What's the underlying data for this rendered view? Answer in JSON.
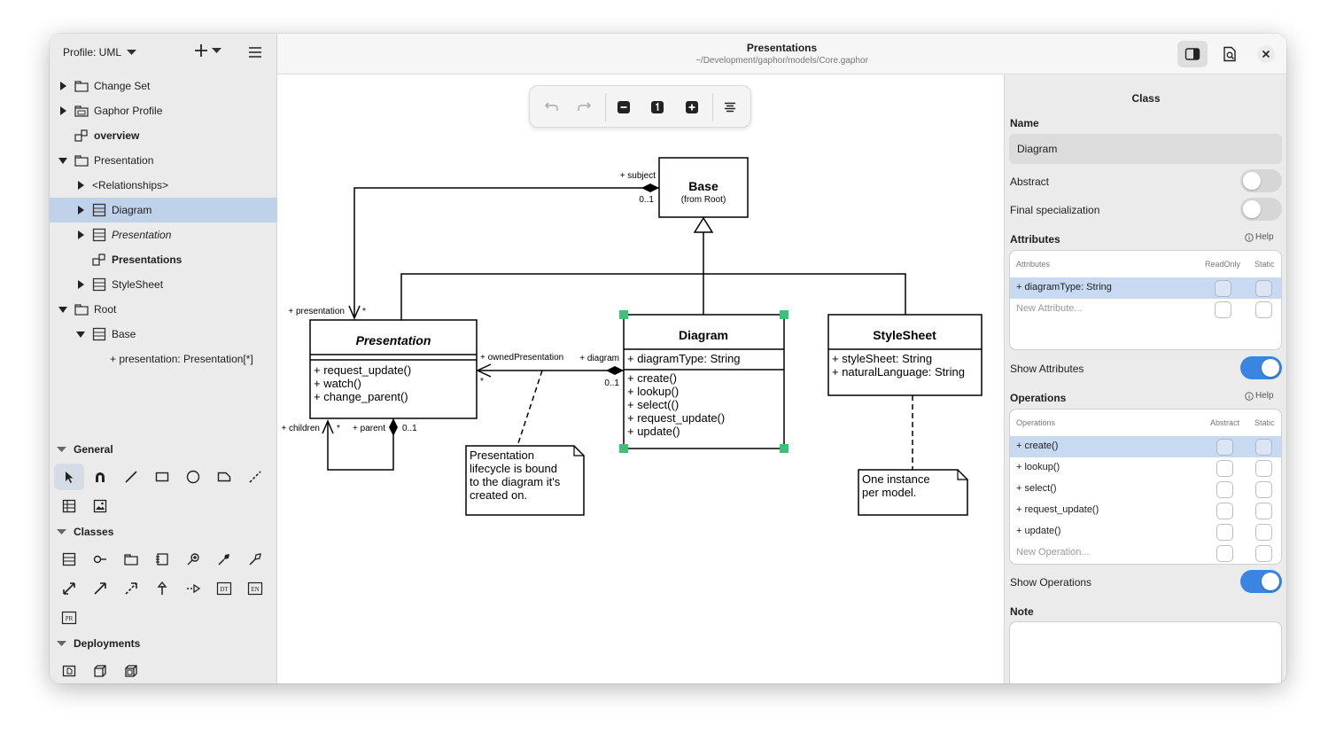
{
  "header": {
    "title": "Presentations",
    "subtitle": "~/Development/gaphor/models/Core.gaphor"
  },
  "sidebar": {
    "profile_label": "Profile: UML",
    "tree": [
      {
        "label": "Change Set",
        "icon": "package-icon"
      },
      {
        "label": "Gaphor Profile",
        "icon": "profile-icon"
      },
      {
        "label": "overview",
        "icon": "diagram-icon"
      },
      {
        "label": "Presentation",
        "icon": "package-icon"
      },
      {
        "label": "<Relationships>",
        "icon": ""
      },
      {
        "label": "Diagram",
        "icon": "class-icon"
      },
      {
        "label": "Presentation",
        "icon": "class-icon"
      },
      {
        "label": "Presentations",
        "icon": "diagram-icon"
      },
      {
        "label": "StyleSheet",
        "icon": "class-icon"
      },
      {
        "label": "Root",
        "icon": "package-icon"
      },
      {
        "label": "Base",
        "icon": "class-icon"
      },
      {
        "label": "+ presentation: Presentation[*]",
        "icon": ""
      }
    ],
    "sections": {
      "general": "General",
      "classes": "Classes",
      "deployments": "Deployments"
    }
  },
  "diagram": {
    "base": {
      "name": "Base",
      "stereo": "(from Root)"
    },
    "presentation": {
      "name": "Presentation",
      "operations": [
        "+ request_update()",
        "+ watch()",
        "+ change_parent()"
      ]
    },
    "diagram_class": {
      "name": "Diagram",
      "attributes": [
        "+ diagramType: String"
      ],
      "operations": [
        "+ create()",
        "+ lookup()",
        "+ select(()",
        "+ request_update()",
        "+ update()"
      ]
    },
    "stylesheet": {
      "name": "StyleSheet",
      "attributes": [
        "+ styleSheet: String",
        "+ naturalLanguage: String"
      ]
    },
    "labels": {
      "subject": "+ subject",
      "subject_mult": "0..1",
      "presentation_end": "+ presentation",
      "presentation_mult": "*",
      "owned_presentation": "+ ownedPresentation",
      "owned_mult": "*",
      "diagram_end": "+ diagram",
      "diagram_mult": "0..1",
      "children": "+ children",
      "children_mult": "*",
      "parent": "+ parent",
      "parent_mult": "0..1"
    },
    "note1": [
      "Presentation",
      "lifecycle is bound",
      "to the diagram it's",
      "created on."
    ],
    "note2": [
      "One instance",
      "per model."
    ]
  },
  "panel": {
    "title": "Class",
    "name_label": "Name",
    "name_value": "Diagram",
    "abstract_label": "Abstract",
    "final_label": "Final specialization",
    "attributes_label": "Attributes",
    "help_label": "Help",
    "attr_head": {
      "name": "Attributes",
      "c1": "ReadOnly",
      "c2": "Static"
    },
    "attributes": [
      "+ diagramType: String"
    ],
    "new_attribute": "New Attribute...",
    "show_attributes_label": "Show Attributes",
    "operations_label": "Operations",
    "op_head": {
      "name": "Operations",
      "c1": "Abstract",
      "c2": "Static"
    },
    "operations": [
      "+ create()",
      "+ lookup()",
      "+ select()",
      "+ request_update()",
      "+ update()"
    ],
    "new_operation": "New Operation...",
    "show_operations_label": "Show Operations",
    "note_label": "Note"
  },
  "colors": {
    "selection": "#c0d2ea",
    "accent": "#3a84e2",
    "handle": "#3cc07a"
  }
}
